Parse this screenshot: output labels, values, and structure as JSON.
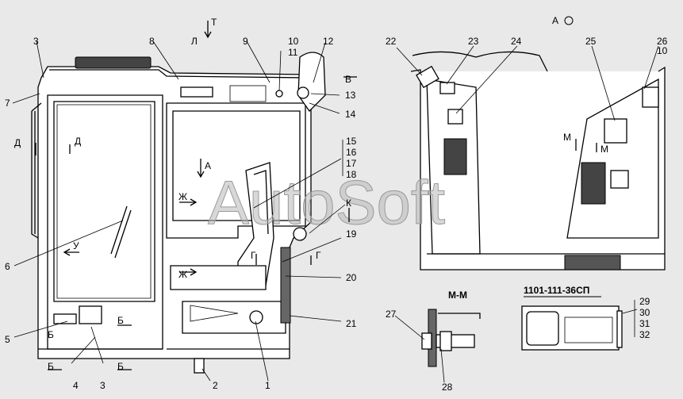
{
  "watermark": "AutoSoft",
  "labels": [
    {
      "id": "lbl-3-top",
      "text": "3"
    },
    {
      "id": "lbl-7",
      "text": "7"
    },
    {
      "id": "lbl-8",
      "text": "8"
    },
    {
      "id": "lbl-L",
      "text": "Л"
    },
    {
      "id": "lbl-T",
      "text": "Т"
    },
    {
      "id": "lbl-9",
      "text": "9"
    },
    {
      "id": "lbl-10",
      "text": "10"
    },
    {
      "id": "lbl-11",
      "text": "11"
    },
    {
      "id": "lbl-12",
      "text": "12"
    },
    {
      "id": "lbl-V",
      "text": "В"
    },
    {
      "id": "lbl-13",
      "text": "13"
    },
    {
      "id": "lbl-14",
      "text": "14"
    },
    {
      "id": "lbl-D1",
      "text": "Д"
    },
    {
      "id": "lbl-D2",
      "text": "Д"
    },
    {
      "id": "lbl-15",
      "text": "15"
    },
    {
      "id": "lbl-16",
      "text": "16"
    },
    {
      "id": "lbl-17",
      "text": "17"
    },
    {
      "id": "lbl-18",
      "text": "18"
    },
    {
      "id": "lbl-A",
      "text": "А"
    },
    {
      "id": "lbl-Zh1",
      "text": "Ж"
    },
    {
      "id": "lbl-K",
      "text": "К"
    },
    {
      "id": "lbl-6",
      "text": "6"
    },
    {
      "id": "lbl-U",
      "text": "У"
    },
    {
      "id": "lbl-19",
      "text": "19"
    },
    {
      "id": "lbl-G1",
      "text": "Г"
    },
    {
      "id": "lbl-G2",
      "text": "Г"
    },
    {
      "id": "lbl-Zh2",
      "text": "Ж"
    },
    {
      "id": "lbl-20",
      "text": "20"
    },
    {
      "id": "lbl-5",
      "text": "5"
    },
    {
      "id": "lbl-B1",
      "text": "Б"
    },
    {
      "id": "lbl-B2",
      "text": "Б"
    },
    {
      "id": "lbl-21",
      "text": "21"
    },
    {
      "id": "lbl-B3",
      "text": "Б"
    },
    {
      "id": "lbl-B4",
      "text": "Б"
    },
    {
      "id": "lbl-4",
      "text": "4"
    },
    {
      "id": "lbl-3-bot",
      "text": "3"
    },
    {
      "id": "lbl-2",
      "text": "2"
    },
    {
      "id": "lbl-1",
      "text": "1"
    },
    {
      "id": "lbl-viewA",
      "text": "А"
    },
    {
      "id": "lbl-22",
      "text": "22"
    },
    {
      "id": "lbl-23",
      "text": "23"
    },
    {
      "id": "lbl-24",
      "text": "24"
    },
    {
      "id": "lbl-25",
      "text": "25"
    },
    {
      "id": "lbl-26",
      "text": "26"
    },
    {
      "id": "lbl-10b",
      "text": "10"
    },
    {
      "id": "lbl-M1",
      "text": "М"
    },
    {
      "id": "lbl-M2",
      "text": "М"
    },
    {
      "id": "lbl-MM",
      "text": "М-М"
    },
    {
      "id": "lbl-part",
      "text": "1101-111-36СП"
    },
    {
      "id": "lbl-27",
      "text": "27"
    },
    {
      "id": "lbl-28",
      "text": "28"
    },
    {
      "id": "lbl-29",
      "text": "29"
    },
    {
      "id": "lbl-30",
      "text": "30"
    },
    {
      "id": "lbl-31",
      "text": "31"
    },
    {
      "id": "lbl-32",
      "text": "32"
    }
  ]
}
